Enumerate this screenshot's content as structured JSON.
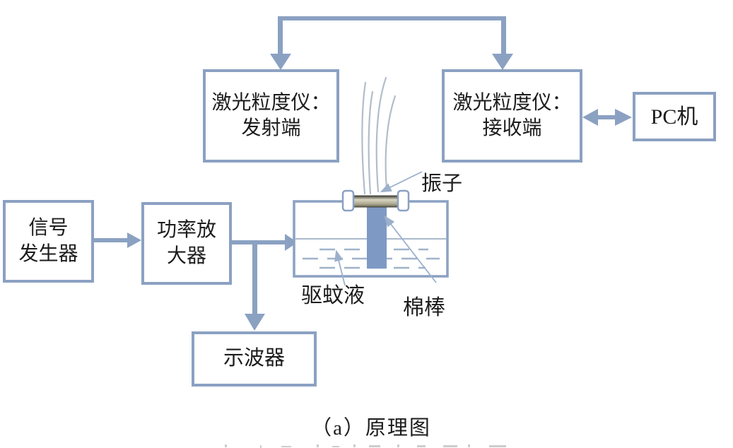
{
  "diagram": {
    "type": "schematic",
    "caption": "（a）原理图",
    "boxes": {
      "laser_emitter": {
        "line1": "激光粒度仪：",
        "line2": "发射端"
      },
      "laser_receiver": {
        "line1": "激光粒度仪：",
        "line2": "接收端"
      },
      "pc": {
        "label": "PC机"
      },
      "signal_generator": {
        "line1": "信号",
        "line2": "发生器"
      },
      "power_amplifier": {
        "line1": "功率放",
        "line2": "大器"
      },
      "oscilloscope": {
        "label": "示波器"
      }
    },
    "labels": {
      "vibrator": "振子",
      "repellent_liquid": "驱蚊液",
      "cotton_stick": "棉棒"
    },
    "colors": {
      "connector": "#8ba1c2",
      "box_border": "#8ba1c2",
      "thin_arrow": "#9cb0cc",
      "smoke": "#b2bdca",
      "cotton_stick_fill": "#7e99c4",
      "liquid_dash": "#9fb2c9",
      "text": "#1c1c1c"
    }
  }
}
